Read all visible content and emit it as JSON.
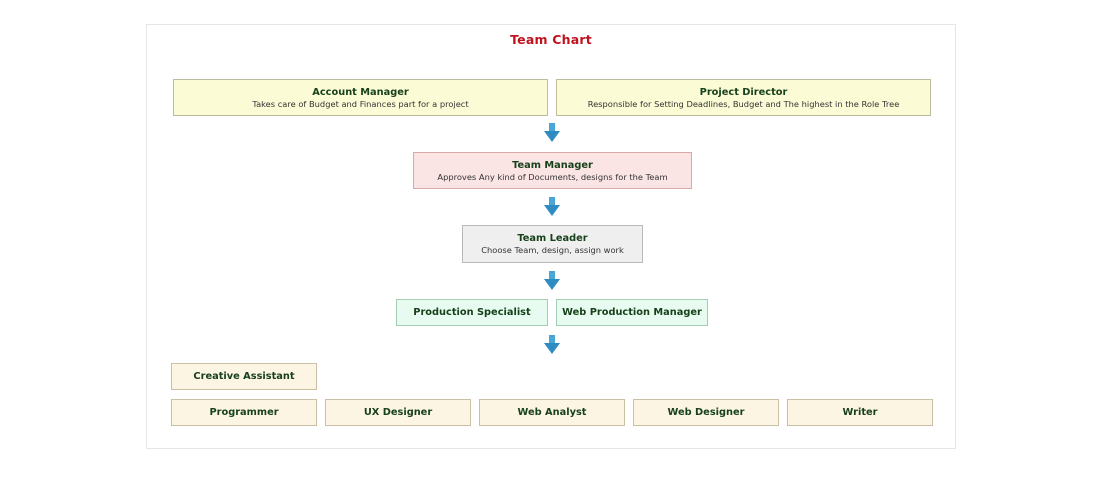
{
  "chart": {
    "title": "Team Chart",
    "account_manager": {
      "title": "Account Manager",
      "desc": "Takes care of Budget and Finances part for a project"
    },
    "project_director": {
      "title": "Project Director",
      "desc": "Responsible for Setting Deadlines, Budget and The highest in the Role Tree"
    },
    "team_manager": {
      "title": "Team Manager",
      "desc": "Approves Any kind of Documents, designs for the Team"
    },
    "team_leader": {
      "title": "Team Leader",
      "desc": "Choose Team, design, assign work"
    },
    "production_specialist": "Production Specialist",
    "web_production_manager": "Web Production Manager",
    "creative_assistant": "Creative Assistant",
    "staff": [
      "Programmer",
      "UX Designer",
      "Web Analyst",
      "Web Designer",
      "Writer"
    ]
  },
  "colors": {
    "title": "#c1121f",
    "arrow": "#3d9bd0",
    "top_boxes": "#fbfbd6",
    "team_manager": "#fbe4e4",
    "team_leader": "#efefef",
    "production": "#e8fbf0",
    "staff": "#fdf5e4"
  },
  "icons": {
    "connector": "arrow-down-icon"
  }
}
